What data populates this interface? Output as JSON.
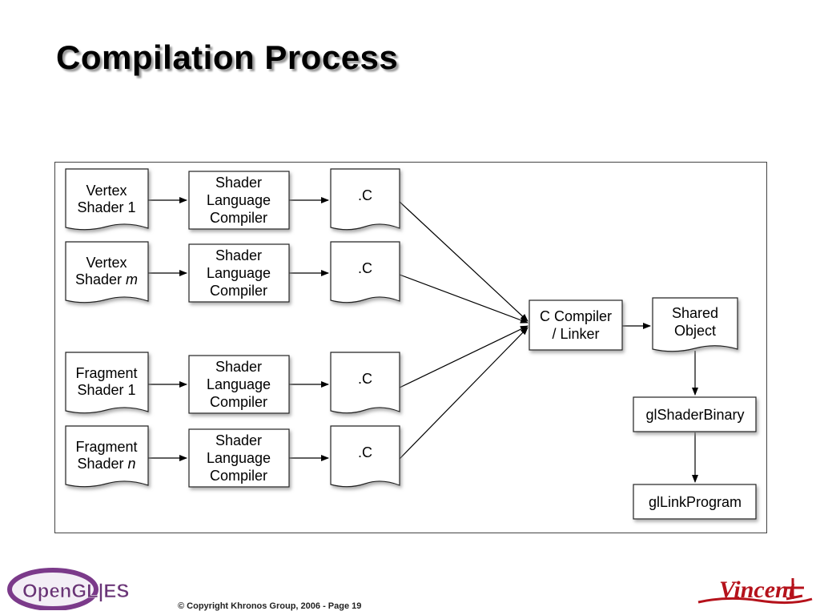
{
  "slide": {
    "title": "Compilation Process",
    "footer": "© Copyright Khronos Group, 2006 - Page 19"
  },
  "logos": {
    "opengl_es": "OpenGL|ES",
    "vincent": "Vincent"
  },
  "diagram": {
    "sources": [
      {
        "line1": "Vertex",
        "line2a": "Shader ",
        "line2b": "1",
        "italic": false
      },
      {
        "line1": "Vertex",
        "line2a": "Shader ",
        "line2b": "m",
        "italic": true
      },
      {
        "line1": "Fragment",
        "line2a": "Shader ",
        "line2b": "1",
        "italic": false
      },
      {
        "line1": "Fragment",
        "line2a": "Shader ",
        "line2b": "n",
        "italic": true
      }
    ],
    "compiler": {
      "line1": "Shader",
      "line2": "Language",
      "line3": "Compiler"
    },
    "c_file": ".C",
    "c_compiler": {
      "line1": "C Compiler",
      "line2": "/ Linker"
    },
    "shared_object": {
      "line1": "Shared",
      "line2": "Object"
    },
    "gl_shader_binary": "glShaderBinary",
    "gl_link_program": "glLinkProgram"
  },
  "colors": {
    "box_border": "#222222",
    "shadow": "#9a9a9a",
    "logo_purple": "#7b3a8a",
    "logo_red": "#b5121b"
  }
}
